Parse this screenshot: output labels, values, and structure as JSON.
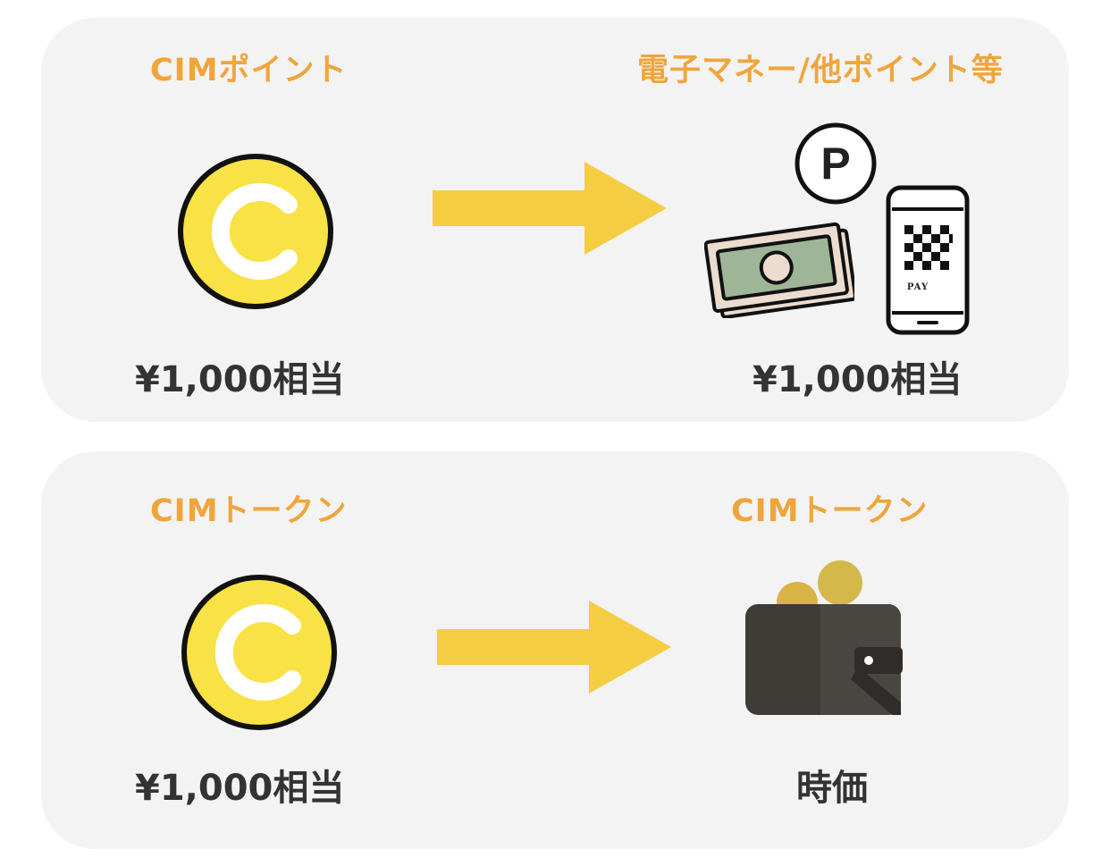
{
  "sections": [
    {
      "left": {
        "title": "CIMポイント",
        "icon": "cim-coin-icon",
        "value": "¥1,000相当"
      },
      "arrow": "right-arrow-icon",
      "right": {
        "title": "電子マネー/他ポイント等",
        "icons": [
          "point-coin-icon",
          "banknotes-icon",
          "smartphone-pay-icon"
        ],
        "phone_text": "PAY",
        "point_letter": "P",
        "value": "¥1,000相当"
      }
    },
    {
      "left": {
        "title": "CIMトークン",
        "icon": "cim-coin-icon",
        "value": "¥1,000相当"
      },
      "arrow": "right-arrow-icon",
      "right": {
        "title": "CIMトークン",
        "icons": [
          "wallet-icon"
        ],
        "value": "時価"
      }
    }
  ],
  "colors": {
    "panel_bg": "#f3f3f3",
    "title": "#f0a53c",
    "value": "#333333",
    "arrow": "#f5cd42",
    "coin": "#f8e245",
    "wallet": "#3f3b37",
    "gold_coin": "#d4b84a"
  }
}
